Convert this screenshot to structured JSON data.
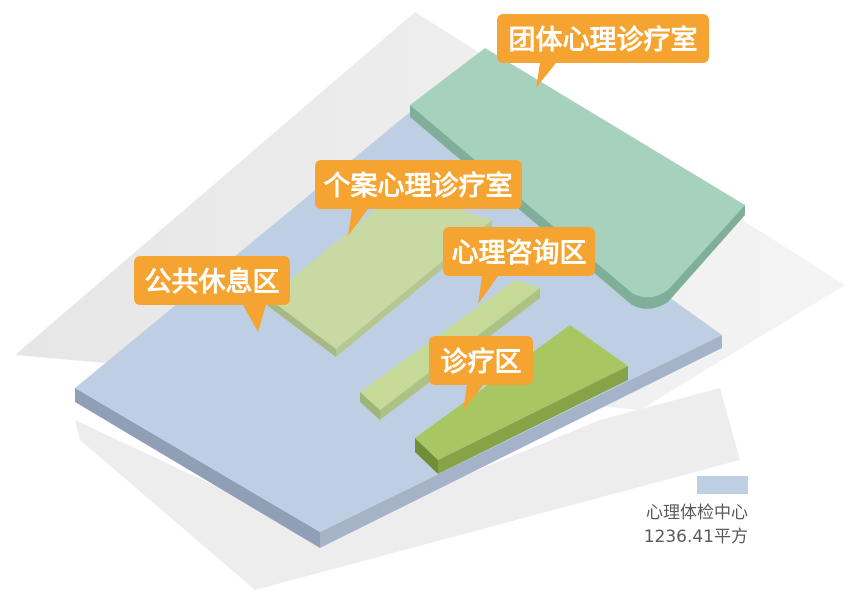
{
  "zones": [
    {
      "id": "team",
      "label": "团体心理诊疗室"
    },
    {
      "id": "individual",
      "label": "个案心理诊疗室"
    },
    {
      "id": "public",
      "label": "公共休息区"
    },
    {
      "id": "consult",
      "label": "心理咨询区"
    },
    {
      "id": "treatment",
      "label": "诊疗区"
    }
  ],
  "legend": {
    "name": "心理体检中心",
    "area": "1236.41平方"
  },
  "colors": {
    "callout": "#f5a331",
    "base": "#bfcfe3",
    "team": "#a6d2bd",
    "individual": "#c9d9a3",
    "consult": "#c4da96",
    "treatment": "#a8c763",
    "shadow": "#ececec"
  }
}
